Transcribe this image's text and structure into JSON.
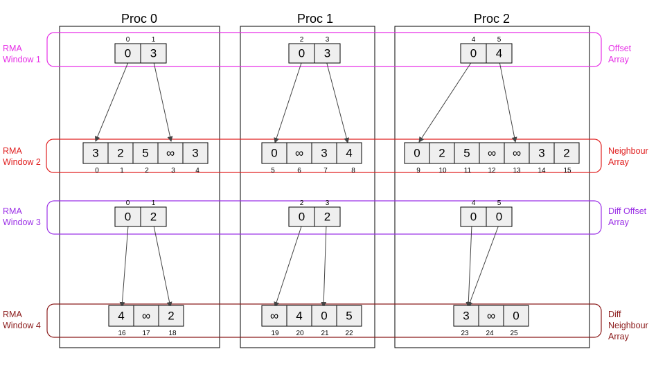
{
  "colors": {
    "window1": "#e62ee6",
    "window2": "#e02020",
    "window3": "#9b30e6",
    "window4": "#8b1a1a",
    "cell_fill": "#efefef",
    "arrow": "#444444"
  },
  "procs": [
    {
      "title": "Proc 0"
    },
    {
      "title": "Proc 1"
    },
    {
      "title": "Proc 2"
    }
  ],
  "windows": {
    "w1": {
      "left": [
        "RMA",
        "Window 1"
      ],
      "right": [
        "Offset",
        "Array"
      ]
    },
    "w2": {
      "left": [
        "RMA",
        "Window 2"
      ],
      "right": [
        "Neighbour",
        "Array"
      ]
    },
    "w3": {
      "left": [
        "RMA",
        "Window 3"
      ],
      "right": [
        "Diff Offset",
        "Array"
      ]
    },
    "w4": {
      "left": [
        "RMA",
        "Window 4"
      ],
      "right": [
        "Diff",
        "Neighbour",
        "Array"
      ]
    }
  },
  "offset_arrays": [
    {
      "indices": [
        "0",
        "1"
      ],
      "values": [
        "0",
        "3"
      ]
    },
    {
      "indices": [
        "2",
        "3"
      ],
      "values": [
        "0",
        "3"
      ]
    },
    {
      "indices": [
        "4",
        "5"
      ],
      "values": [
        "0",
        "4"
      ]
    }
  ],
  "neighbour_arrays": [
    {
      "indices": [
        "0",
        "1",
        "2",
        "3",
        "4"
      ],
      "values": [
        "3",
        "2",
        "5",
        "∞",
        "3"
      ]
    },
    {
      "indices": [
        "5",
        "6",
        "7",
        "8"
      ],
      "values": [
        "0",
        "∞",
        "3",
        "4"
      ]
    },
    {
      "indices": [
        "9",
        "10",
        "11",
        "12",
        "13",
        "14",
        "15"
      ],
      "values": [
        "0",
        "2",
        "5",
        "∞",
        "∞",
        "3",
        "2"
      ]
    }
  ],
  "diff_offset_arrays": [
    {
      "indices": [
        "0",
        "1"
      ],
      "values": [
        "0",
        "2"
      ]
    },
    {
      "indices": [
        "2",
        "3"
      ],
      "values": [
        "0",
        "2"
      ]
    },
    {
      "indices": [
        "4",
        "5"
      ],
      "values": [
        "0",
        "0"
      ]
    }
  ],
  "diff_neighbour_arrays": [
    {
      "indices": [
        "16",
        "17",
        "18"
      ],
      "values": [
        "4",
        "∞",
        "2"
      ]
    },
    {
      "indices": [
        "19",
        "20",
        "21",
        "22"
      ],
      "values": [
        "∞",
        "4",
        "0",
        "5"
      ]
    },
    {
      "indices": [
        "23",
        "24",
        "25"
      ],
      "values": [
        "3",
        "∞",
        "0"
      ]
    }
  ]
}
